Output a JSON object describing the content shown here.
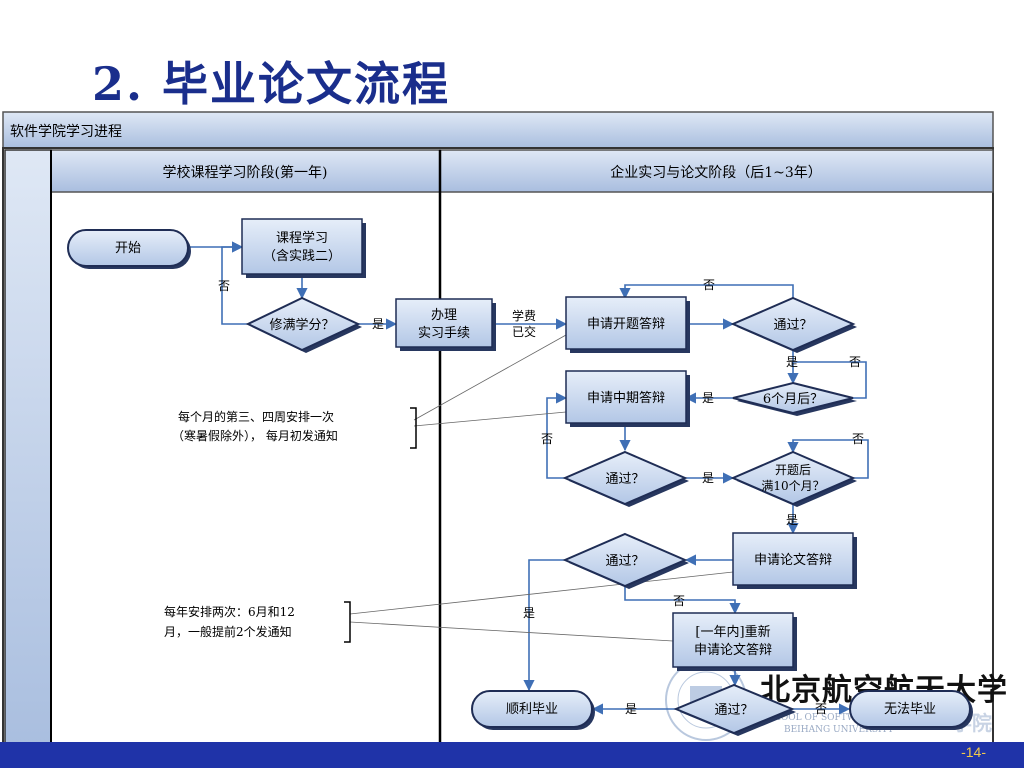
{
  "slide": {
    "title": "2. 毕业论文流程",
    "page_number": "-14-"
  },
  "pool": {
    "title": "软件学院学习进程",
    "lane1": "学校课程学习阶段(第一年)",
    "lane2": "企业实习与论文阶段（后1~3年）"
  },
  "nodes": {
    "start": "开始",
    "course_line1": "课程学习",
    "course_line2": "（含实践二）",
    "credits": "修满学分？",
    "intern_line1": "办理",
    "intern_line2": "实习手续",
    "proposal": "申请开题答辩",
    "pass1": "通过？",
    "six_months": "6个月后？",
    "midterm": "申请中期答辩",
    "pass2": "通过？",
    "ten_months_line1": "开题后",
    "ten_months_line2": "满10个月？",
    "defense": "申请论文答辩",
    "pass3": "通过？",
    "redefense_line1": "[一年内]重新",
    "redefense_line2": "申请论文答辩",
    "pass4": "通过？",
    "graduate": "顺利毕业",
    "fail": "无法毕业"
  },
  "labels": {
    "yes": "是",
    "no": "否",
    "fee_line1": "学费",
    "fee_line2": "已交"
  },
  "notes": {
    "schedule1_line1": "每个月的第三、四周安排一次",
    "schedule1_line2": "（寒暑假除外），  每月初发通知",
    "schedule2_line1": "每年安排两次：6月和12",
    "schedule2_line2": "月，一般提前2个发通知"
  },
  "watermark": {
    "calligraphy": "北京航空航天大学",
    "en_line1": "SCHOOL OF SOFTWARE",
    "en_line2": "BEIHANG UNIVERSITY",
    "partial": "学院"
  }
}
